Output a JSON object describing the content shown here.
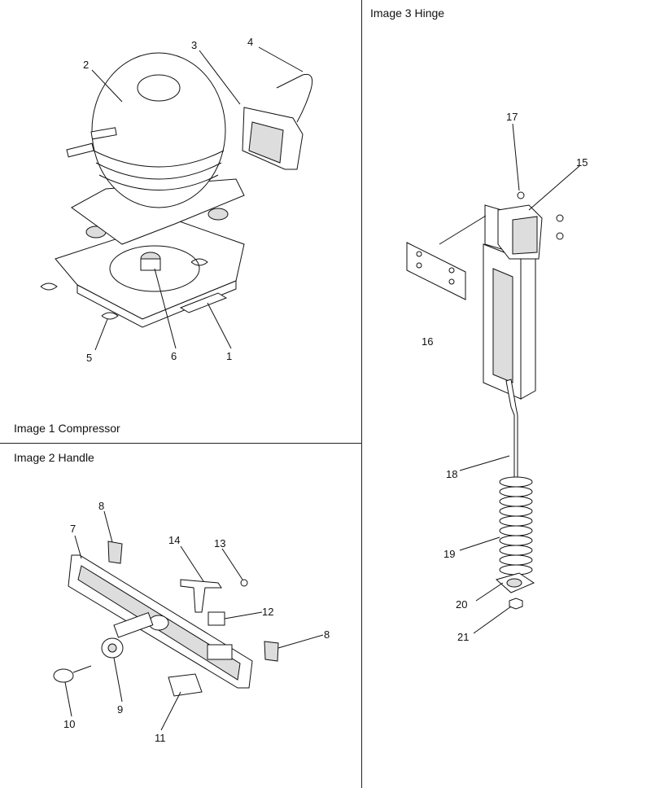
{
  "captions": {
    "compressor": "Image 1 Compressor",
    "handle": "Image 2 Handle",
    "hinge": "Image 3 Hinge"
  },
  "compressor_callouts": [
    "1",
    "2",
    "3",
    "4",
    "5",
    "6"
  ],
  "handle_callouts": [
    "7",
    "8",
    "8",
    "9",
    "10",
    "11",
    "12",
    "13",
    "14"
  ],
  "hinge_callouts": [
    "15",
    "16",
    "17",
    "18",
    "19",
    "20",
    "21"
  ]
}
